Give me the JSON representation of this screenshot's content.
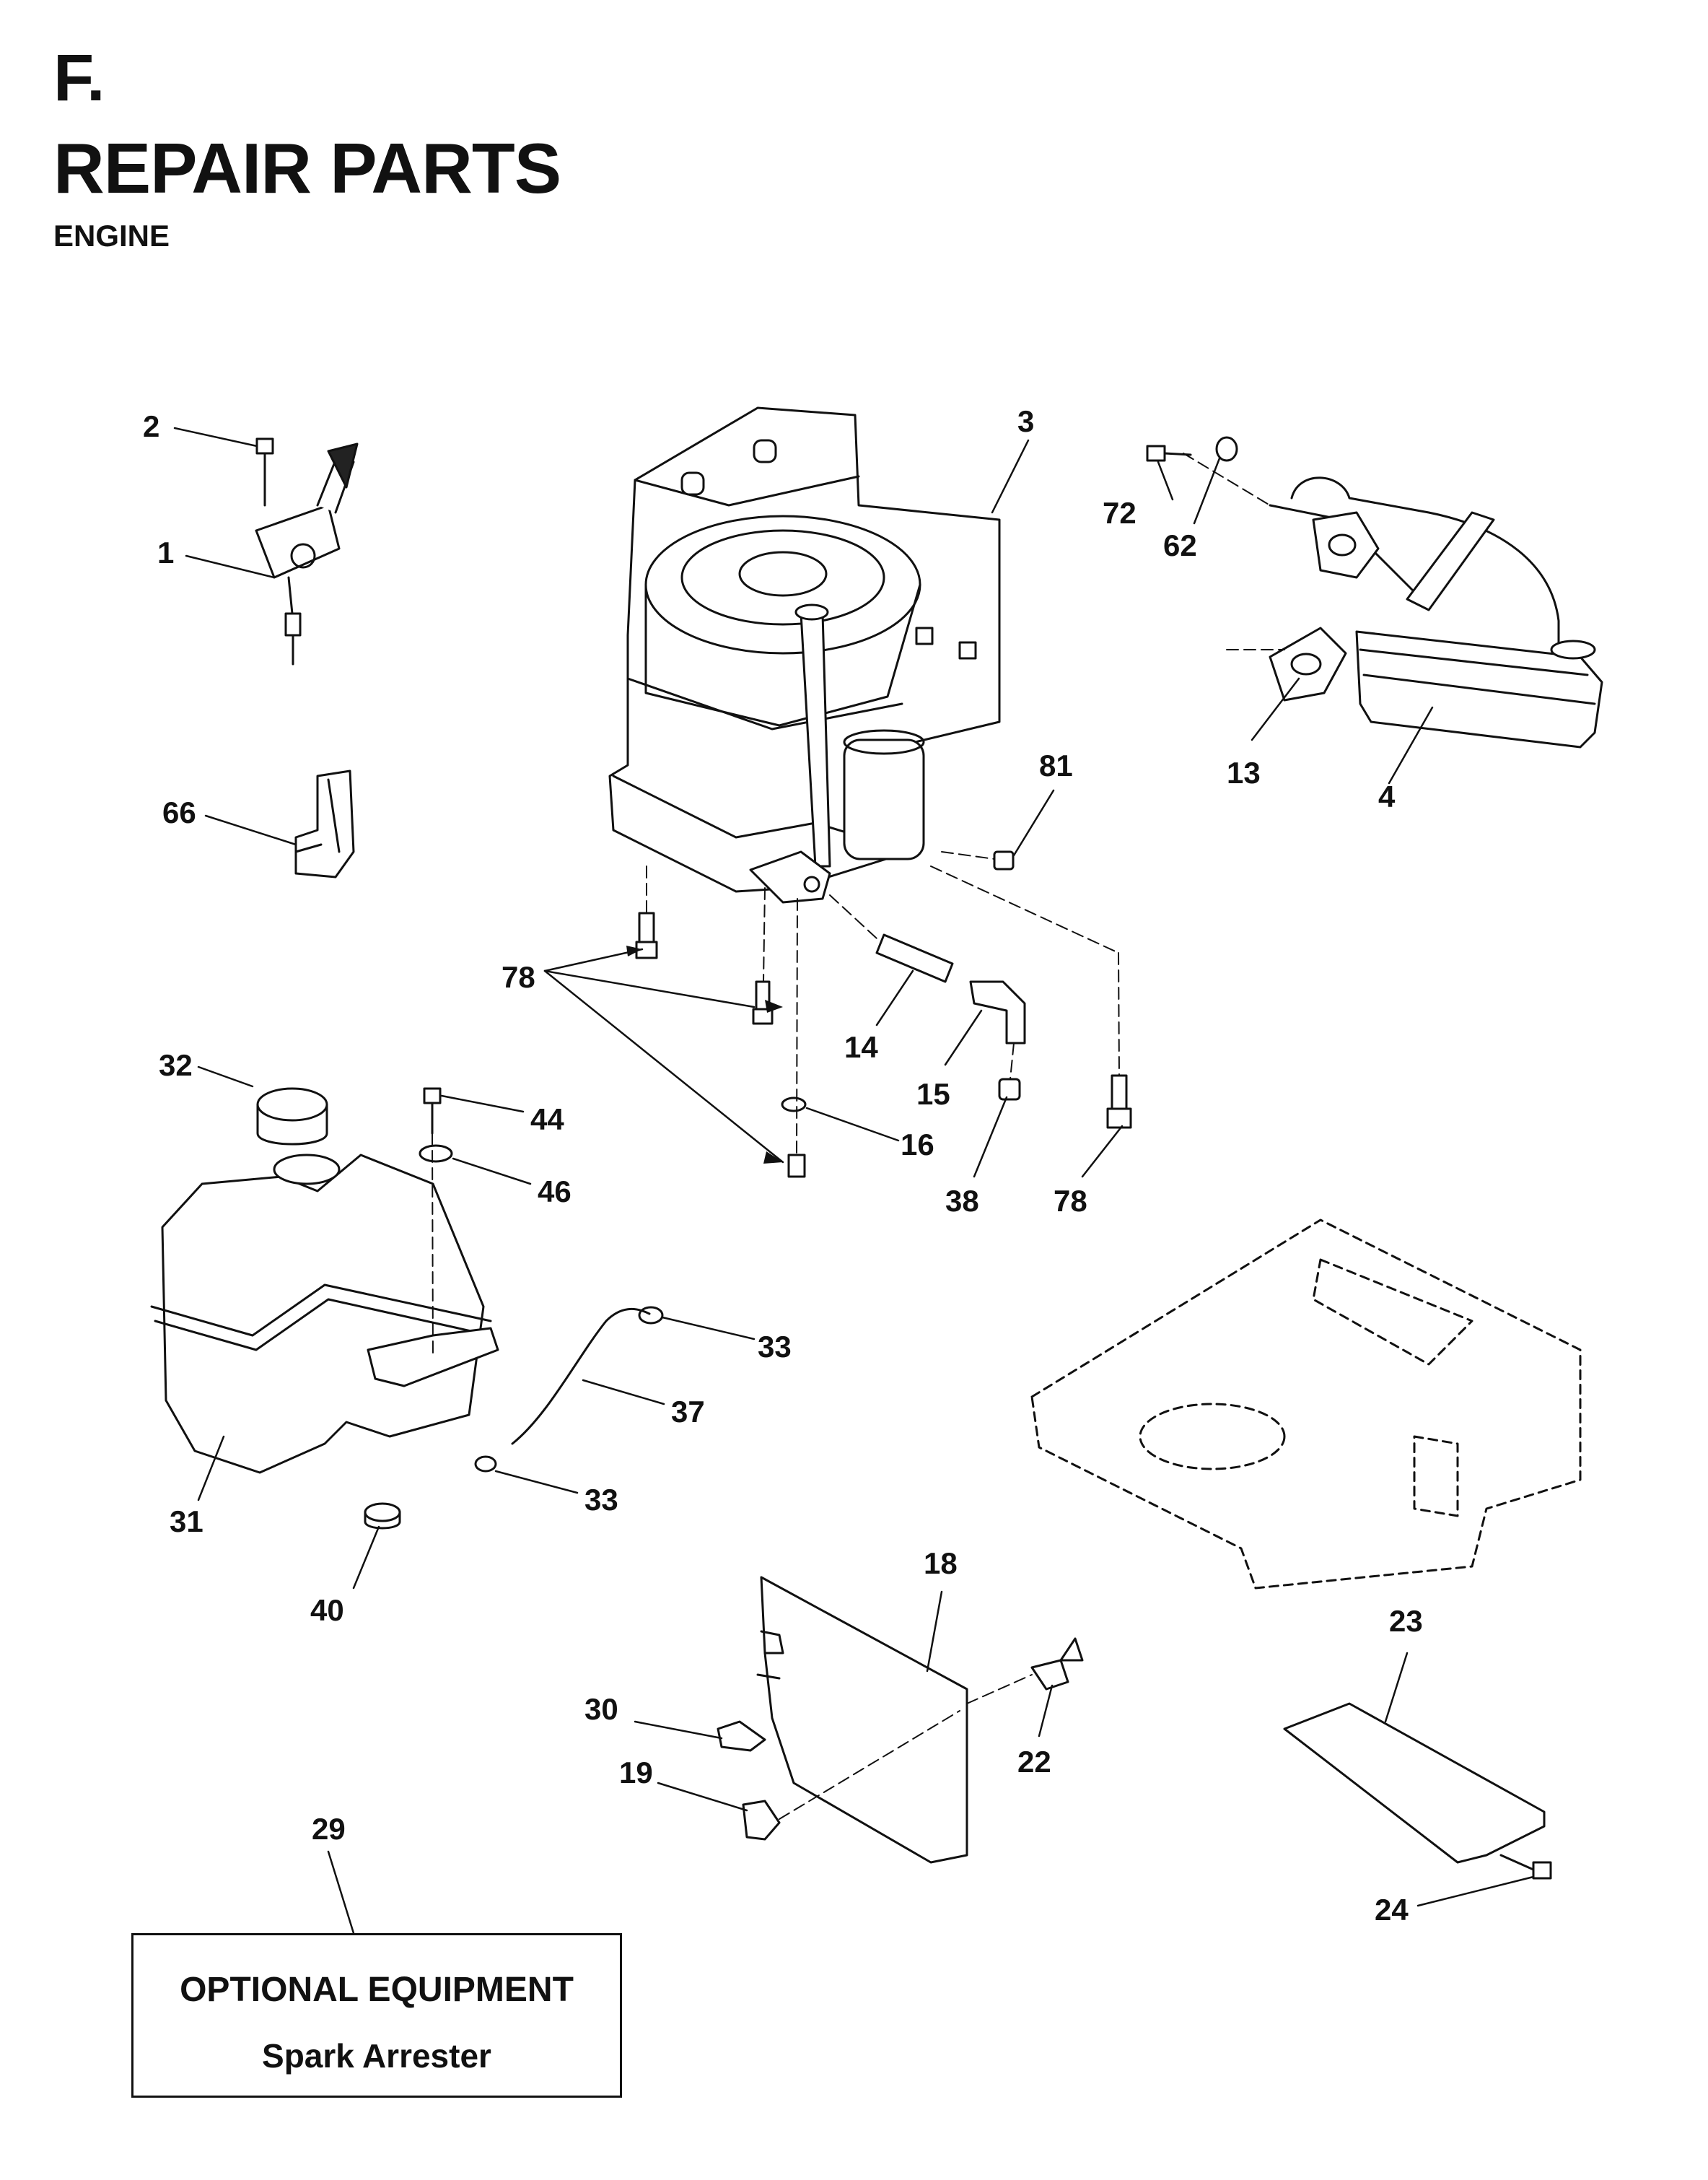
{
  "header": {
    "section_letter": "F.",
    "title": "REPAIR PARTS",
    "subtitle": "ENGINE"
  },
  "part_labels": [
    "1",
    "2",
    "3",
    "4",
    "13",
    "14",
    "15",
    "16",
    "18",
    "19",
    "22",
    "23",
    "24",
    "29",
    "30",
    "31",
    "32",
    "33",
    "33",
    "37",
    "38",
    "40",
    "44",
    "46",
    "62",
    "66",
    "72",
    "78",
    "78",
    "78",
    "81"
  ],
  "optional_equipment": {
    "title": "OPTIONAL EQUIPMENT",
    "item": "Spark Arrester"
  }
}
